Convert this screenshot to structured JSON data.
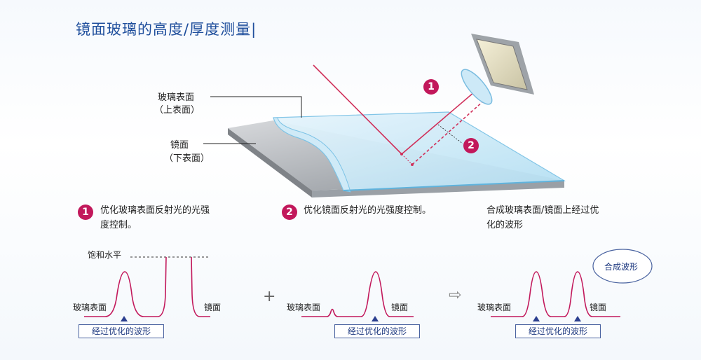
{
  "title": "镜面玻璃的高度/厚度测量|",
  "labels": {
    "glass_surface": "玻璃表面",
    "glass_surface_sub": "（上表面）",
    "mirror": "镜面",
    "mirror_sub": "（下表面）"
  },
  "markers": {
    "one": "1",
    "two": "2"
  },
  "descriptions": {
    "item1_line1": "优化玻璃表面反射光的光强",
    "item1_line2": "度控制。",
    "item2": "优化镜面反射光的光强度控制。",
    "item3_line1": "合成玻璃表面/镜面上经过优",
    "item3_line2": "化的波形"
  },
  "waveforms": {
    "saturation": "饱和水平",
    "glass": "玻璃表面",
    "mirror": "镜面",
    "optimized": "经过优化的波形",
    "combined": "合成波形",
    "plus": "+",
    "arrow": "⇨"
  },
  "colors": {
    "accent": "#c2185b",
    "title": "#1f4e9c",
    "glass": "#bfe3f5"
  }
}
